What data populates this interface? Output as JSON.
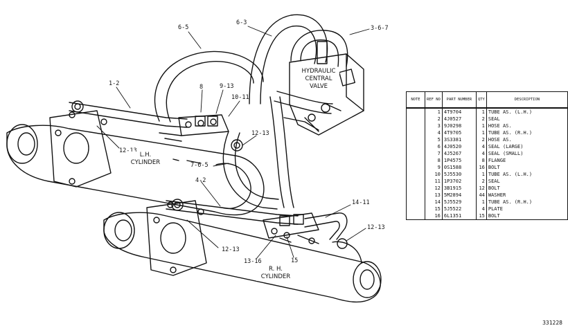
{
  "callouts": {
    "c_6_5": "6-5",
    "c_6_3": "6-3",
    "c_3_6_7": "3-6-7",
    "c_1_2": "1-2",
    "c_8": "8",
    "c_9_13": "9-13",
    "c_10_11": "10-11",
    "c_12_13_a": "12-13",
    "c_12_13_b": "12-13",
    "c_7_6_5": "7-6-5",
    "c_4_2": "4-2",
    "c_14_11": "14-11",
    "c_12_13_c": "12-13",
    "c_12_13_d": "12-13",
    "c_13_16": "13-16",
    "c_15": "15"
  },
  "labels": {
    "valve_line1": "HYDRAULIC",
    "valve_line2": "CENTRAL",
    "valve_line3": "VALVE",
    "lh_line1": "L.H.",
    "lh_line2": "CYLINDER",
    "rh_line1": "R. H.",
    "rh_line2": "CYLINDER"
  },
  "table": {
    "headers": {
      "note": "NOTE",
      "ref": "REF NO",
      "part": "PART NUMBER",
      "qty": "QTY",
      "desc": "DESCRIPTION"
    },
    "rows": [
      {
        "ref": "1",
        "part": "4T9704",
        "qty": "1",
        "desc": "TUBE AS. (L.H.)"
      },
      {
        "ref": "2",
        "part": "4J0527",
        "qty": "2",
        "desc": "SEAL"
      },
      {
        "ref": "3",
        "part": "9J0298",
        "qty": "1",
        "desc": "HOSE AS."
      },
      {
        "ref": "4",
        "part": "4T9705",
        "qty": "1",
        "desc": "TUBE AS. (R.H.)"
      },
      {
        "ref": "5",
        "part": "3S3381",
        "qty": "2",
        "desc": "HOSE AS."
      },
      {
        "ref": "6",
        "part": "4J0520",
        "qty": "4",
        "desc": "SEAL (LARGE)"
      },
      {
        "ref": "7",
        "part": "4J5267",
        "qty": "4",
        "desc": "SEAL (SMALL)"
      },
      {
        "ref": "8",
        "part": "1P4575",
        "qty": "8",
        "desc": "FLANGE"
      },
      {
        "ref": "9",
        "part": "0S1588",
        "qty": "16",
        "desc": "BOLT"
      },
      {
        "ref": "10",
        "part": "5J5530",
        "qty": "1",
        "desc": "TUBE AS. (L.H.)"
      },
      {
        "ref": "11",
        "part": "1P3702",
        "qty": "2",
        "desc": "SEAL"
      },
      {
        "ref": "12",
        "part": "3B1915",
        "qty": "12",
        "desc": "BOLT"
      },
      {
        "ref": "13",
        "part": "5M2894",
        "qty": "44",
        "desc": "WASHER"
      },
      {
        "ref": "14",
        "part": "5J5529",
        "qty": "1",
        "desc": "TUBE AS. (R.H.)"
      },
      {
        "ref": "15",
        "part": "5J5522",
        "qty": "4",
        "desc": "PLATE"
      },
      {
        "ref": "16",
        "part": "6L1351",
        "qty": "15",
        "desc": "BOLT"
      }
    ]
  },
  "drawing_number": "331228"
}
